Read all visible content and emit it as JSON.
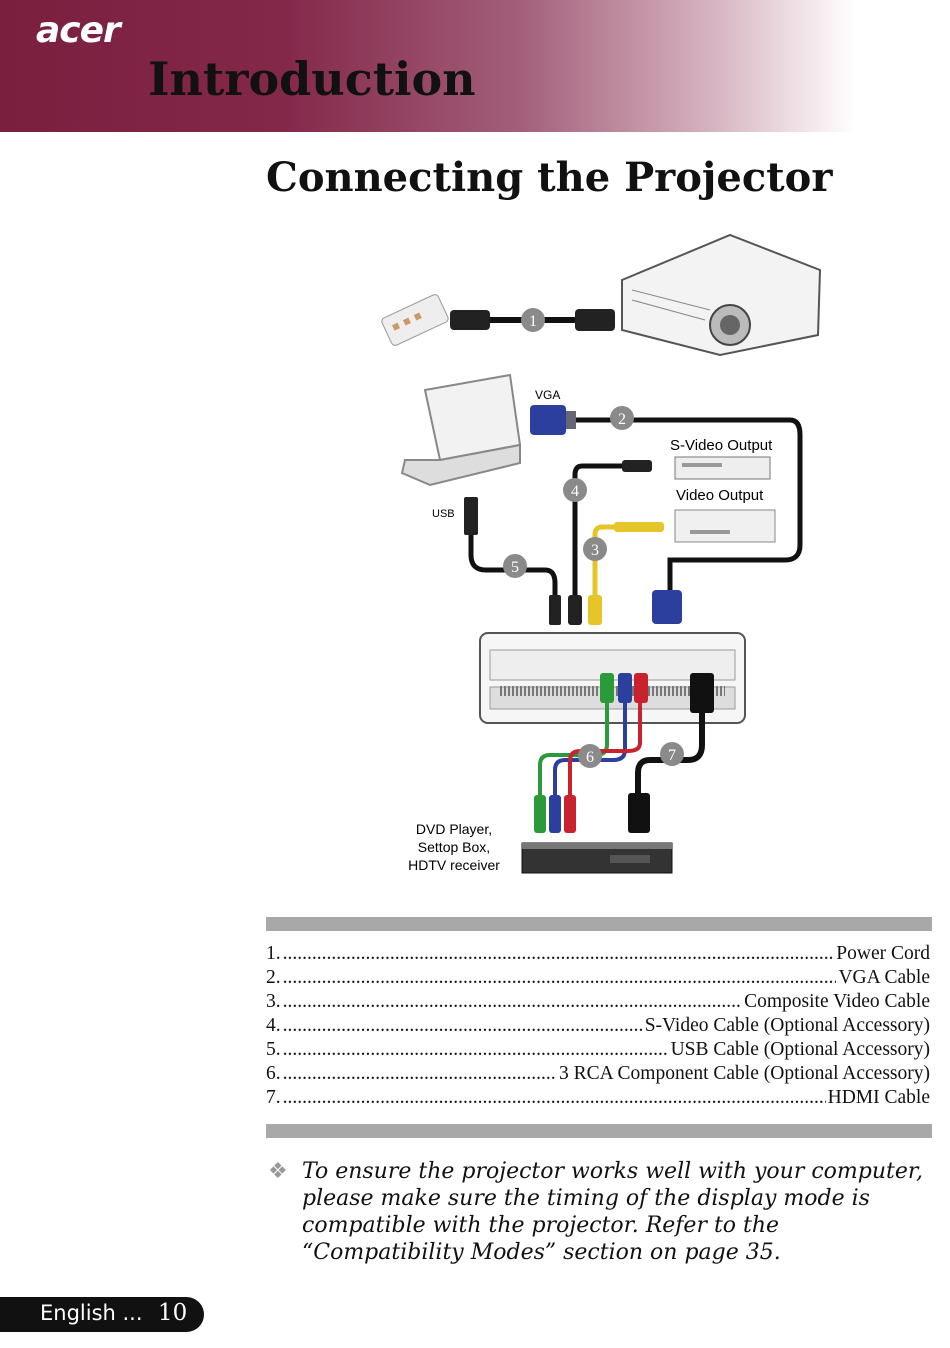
{
  "header": {
    "brand": "acer",
    "chapter": "Introduction"
  },
  "section": {
    "title": "Connecting the Projector"
  },
  "diagram": {
    "labels": {
      "vga": "VGA",
      "svideo_output": "S-Video Output",
      "video_output": "Video Output",
      "usb": "USB",
      "dvd_line1": "DVD Player,",
      "dvd_line2": "Settop Box,",
      "dvd_line3": "HDTV receiver"
    },
    "markers": [
      "1",
      "2",
      "3",
      "4",
      "5",
      "6",
      "7"
    ]
  },
  "cables": [
    {
      "num": "1.",
      "label": "Power Cord"
    },
    {
      "num": "2.",
      "label": "VGA Cable"
    },
    {
      "num": "3.",
      "label": "Composite Video Cable"
    },
    {
      "num": "4.",
      "label": "S-Video Cable (Optional Accessory)"
    },
    {
      "num": "5.",
      "label": "USB Cable (Optional Accessory)"
    },
    {
      "num": "6.",
      "label": "3 RCA Component Cable (Optional Accessory)"
    },
    {
      "num": "7.",
      "label": "HDMI Cable"
    }
  ],
  "note": {
    "text": "To ensure the projector works well with your computer, please make sure the timing of the display mode is compatible with the projector.  Refer to the “Compatibility Modes” section on page 35."
  },
  "footer": {
    "language": "English ...",
    "page": "10"
  }
}
